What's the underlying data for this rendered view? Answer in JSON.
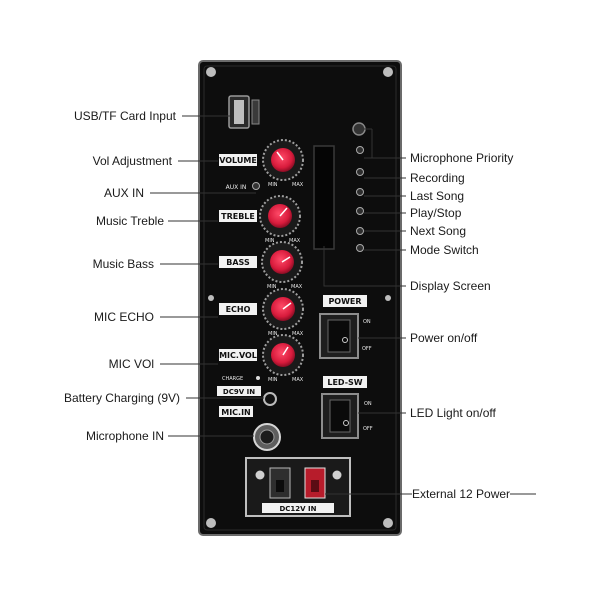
{
  "callouts": {
    "usb_tf": "USB/TF Card Input",
    "vol_adjust": "Vol Adjustment",
    "aux_in": "AUX IN",
    "music_treble": "Music Treble",
    "music_bass": "Music Bass",
    "mic_echo": "MIC ECHO",
    "mic_vol": "MIC VOl",
    "battery_charging": "Battery Charging (9V)",
    "microphone_in": "Microphone IN",
    "mic_priority": "Microphone Priority",
    "recording": "Recording",
    "last_song": "Last Song",
    "play_stop": "Play/Stop",
    "next_song": "Next Song",
    "mode_switch": "Mode Switch",
    "display_screen": "Display Screen",
    "power_onoff": "Power on/off",
    "led_onoff": "LED Light on/off",
    "external_power": "External 12 Power"
  },
  "panel": {
    "volume": "VOLUME",
    "treble": "TREBLE",
    "bass": "BASS",
    "echo": "ECHO",
    "mic_vol": "MIC.VOL",
    "aux_in": "AUX IN",
    "min": "MIN",
    "max": "MAX",
    "charge": "CHARGE",
    "dc9v_in": "DC9V IN",
    "mic_in": "MIC.IN",
    "power": "POWER",
    "led_sw": "LED-SW",
    "on": "ON",
    "off": "OFF",
    "dc12v_in": "DC12V IN"
  },
  "colors": {
    "panel": "#111111",
    "knob_accent": "#d81b3c",
    "line": "#333333"
  }
}
